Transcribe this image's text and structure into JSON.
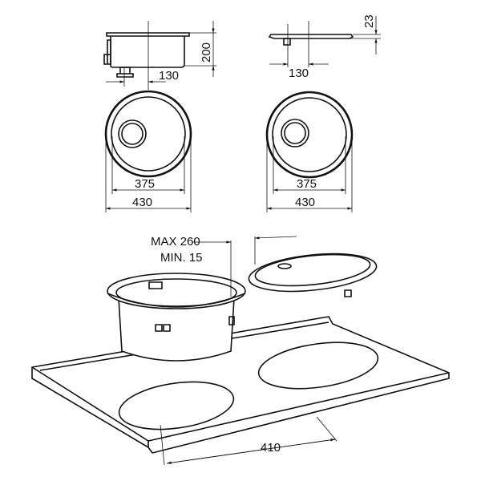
{
  "dimensions": {
    "side_height": "200",
    "side_drain_offset": "130",
    "lid_drain_offset": "130",
    "lid_thickness": "23",
    "left_inner_diameter": "375",
    "left_outer_diameter": "430",
    "right_inner_diameter": "375",
    "right_outer_diameter": "430",
    "countertop_max": "MAX 260",
    "countertop_min": "MIN. 15",
    "cutout_diameter": "410"
  }
}
